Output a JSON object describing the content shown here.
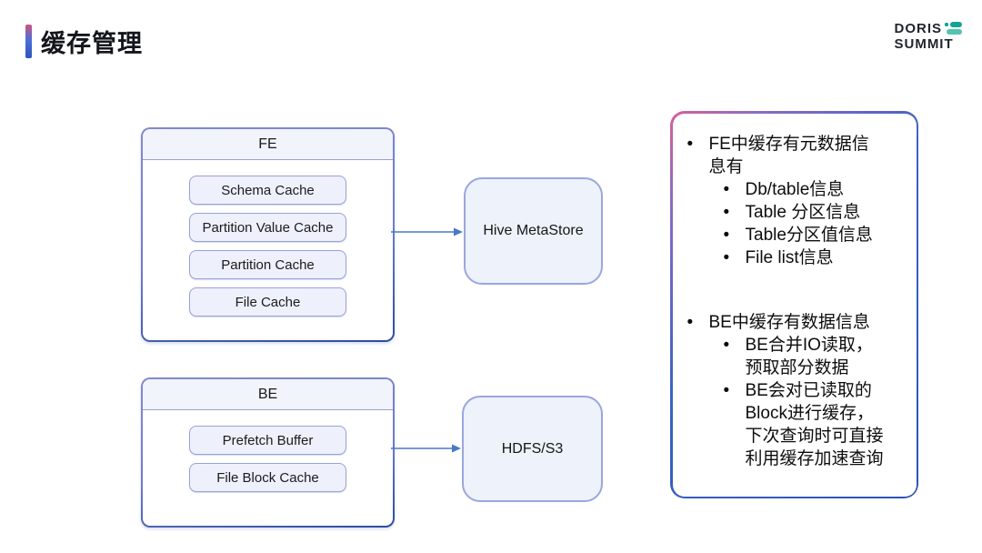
{
  "slide": {
    "title": "缓存管理",
    "logo": {
      "line1": "DORIS",
      "line2": "SUMMIT"
    }
  },
  "diagram": {
    "fe": {
      "title": "FE",
      "caches": [
        "Schema Cache",
        "Partition Value Cache",
        "Partition Cache",
        "File Cache"
      ]
    },
    "be": {
      "title": "BE",
      "caches": [
        "Prefetch Buffer",
        "File Block Cache"
      ]
    },
    "stores": {
      "hive": "Hive MetaStore",
      "hdfs": "HDFS/S3"
    }
  },
  "notes": {
    "groups": [
      {
        "text": "FE中缓存有元数据信\n息有",
        "subitems": [
          "Db/table信息",
          "Table 分区信息",
          "Table分区值信息",
          "File list信息"
        ]
      },
      {
        "text": "BE中缓存有数据信息",
        "subitems": [
          "BE合并IO读取，\n预取部分数据",
          "BE会对已读取的\nBlock进行缓存，\n下次查询时可直接\n利用缓存加速查询"
        ]
      }
    ]
  },
  "colors": {
    "accent_pink": "#d2527f",
    "accent_blue": "#2c55bb",
    "node_border_top": "#8289ce",
    "node_border_bottom": "#2a4da0",
    "inner_box_fill": "#eef1fc",
    "inner_box_border": "#98a1da",
    "store_fill": "#edf2fb",
    "store_border": "#9ba6dd",
    "arrow": "#4878c8",
    "logo_teal": "#16a394",
    "logo_teal_light": "#55c3b0"
  }
}
